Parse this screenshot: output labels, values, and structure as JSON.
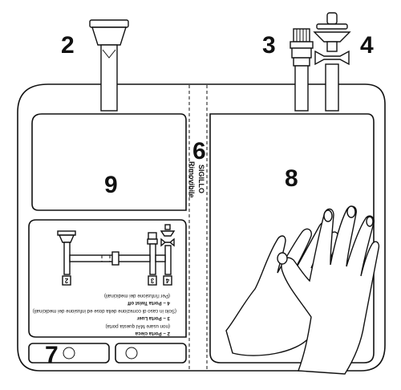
{
  "numbers": {
    "port2": "2",
    "port3": "3",
    "port4": "4",
    "seal": "6",
    "chamber7": "7",
    "chamber8": "8",
    "chamber9": "9"
  },
  "seal_text": {
    "line1": "SIGILLO",
    "line2": "Rimovibile"
  },
  "inset": {
    "labels": {
      "port2": "2",
      "port3": "3",
      "port4": "4"
    },
    "legend": [
      {
        "kind": "bold",
        "text": "2 – Porta cieca"
      },
      {
        "kind": "normal",
        "text": "(non usare MAI questa porta)"
      },
      {
        "kind": "bold",
        "text": "3 – Porta Luer"
      },
      {
        "kind": "normal",
        "text": "(Solo in caso di correzione della dose ed infusione dei medicinali)"
      },
      {
        "kind": "bold",
        "text": "4 – Porta Twist off"
      },
      {
        "kind": "normal",
        "text": "(Per l'infusione dei medicinali)"
      }
    ]
  }
}
